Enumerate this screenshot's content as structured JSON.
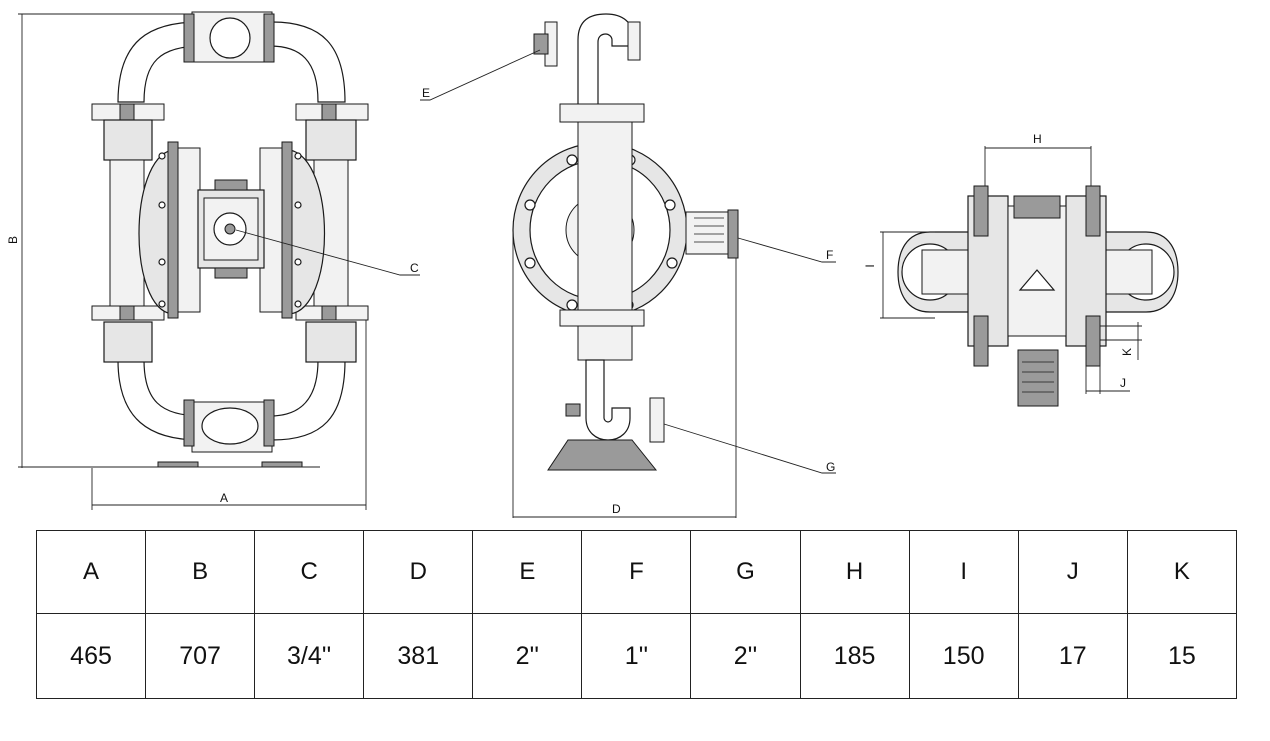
{
  "labels": {
    "A": "A",
    "B": "B",
    "C": "C",
    "D": "D",
    "E": "E",
    "F": "F",
    "G": "G",
    "H": "H",
    "I": "I",
    "J": "J",
    "K": "K"
  },
  "table": {
    "headers": [
      "A",
      "B",
      "C",
      "D",
      "E",
      "F",
      "G",
      "H",
      "I",
      "J",
      "K"
    ],
    "values": [
      "465",
      "707",
      "3/4''",
      "381",
      "2''",
      "1''",
      "2''",
      "185",
      "150",
      "17",
      "15"
    ]
  }
}
